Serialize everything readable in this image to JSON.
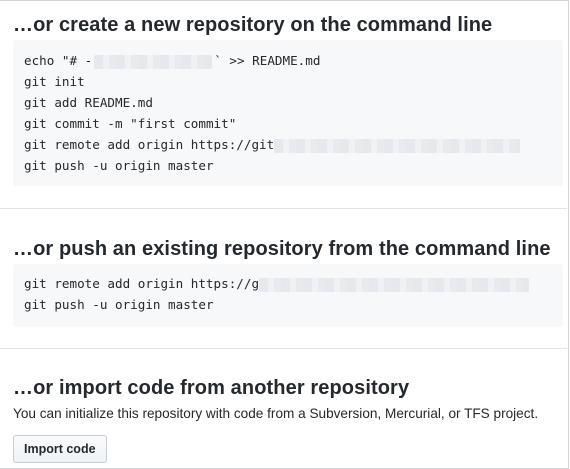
{
  "create_section": {
    "title": "…or create a new repository on the command line",
    "lines": {
      "echo_prefix": "echo \"# -",
      "echo_suffix": "` >> README.md",
      "init": "git init",
      "add": "git add README.md",
      "commit": "git commit -m \"first commit\"",
      "remote_prefix": "git remote add origin https://git",
      "push": "git push -u origin master"
    }
  },
  "push_section": {
    "title": "…or push an existing repository from the command line",
    "lines": {
      "remote_prefix": "git remote add origin https://g",
      "push": "git push -u origin master"
    }
  },
  "import_section": {
    "title": "…or import code from another repository",
    "description": "You can initialize this repository with code from a Subversion, Mercurial, or TFS project.",
    "button_label": "Import code"
  }
}
